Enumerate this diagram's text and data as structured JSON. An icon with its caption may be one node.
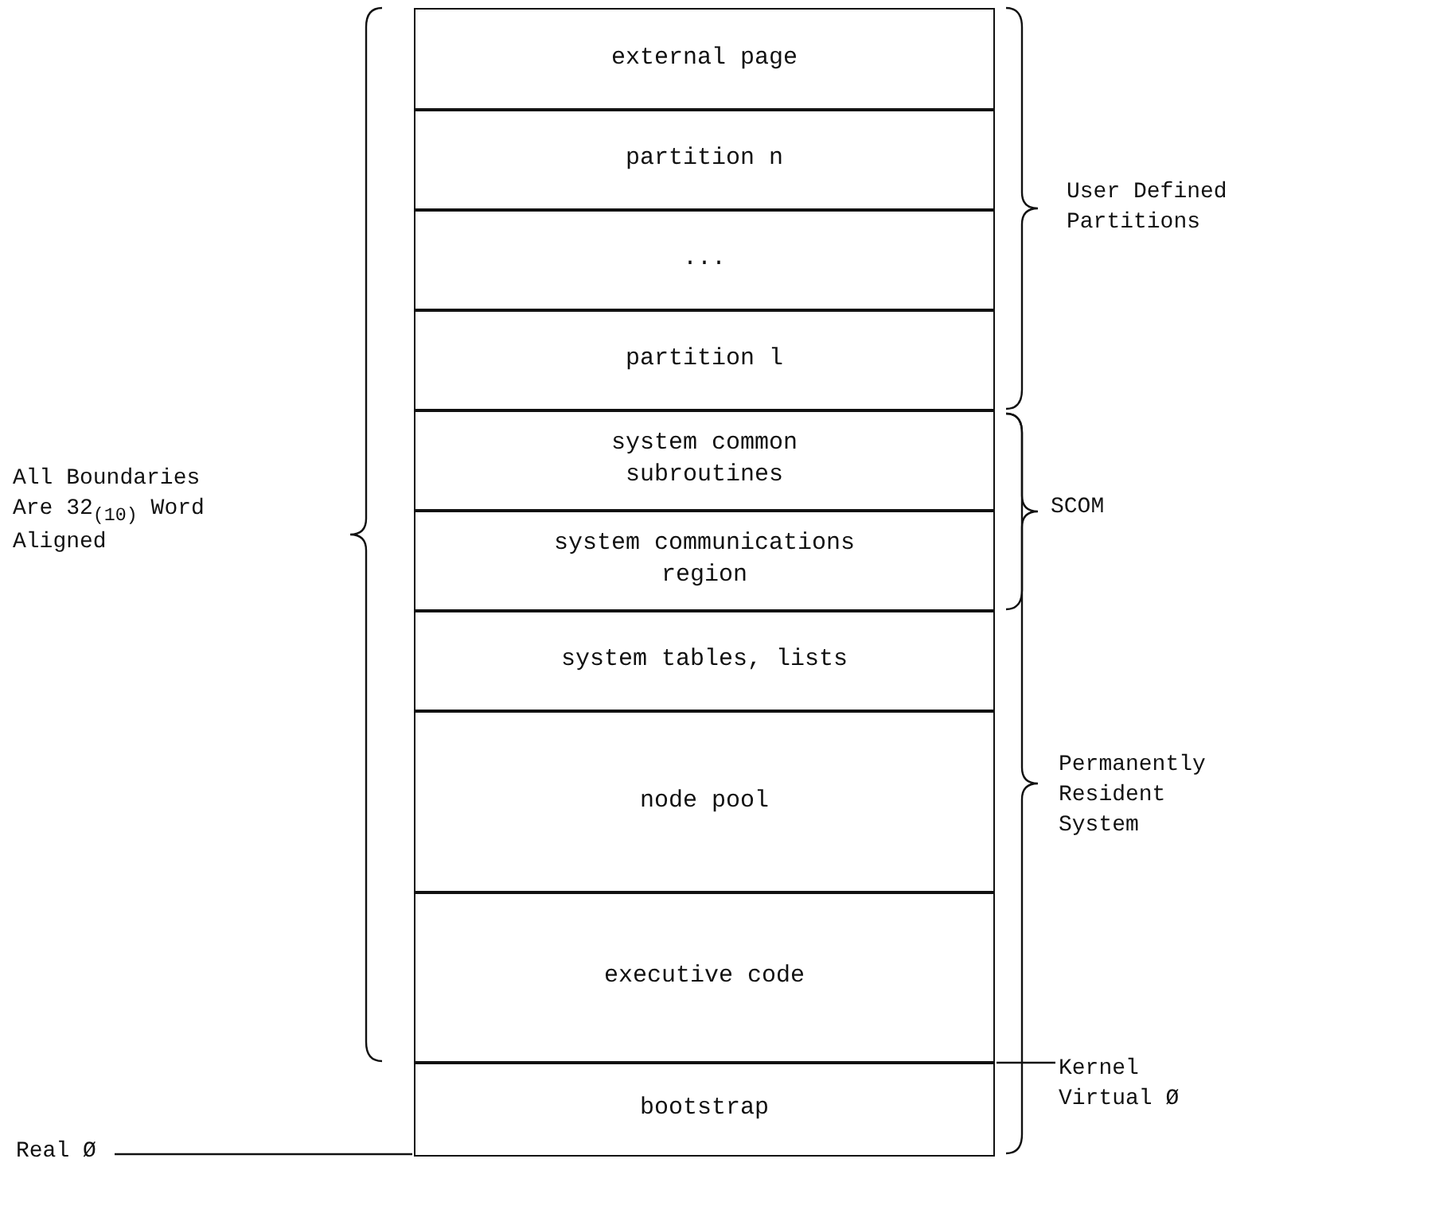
{
  "diagram": {
    "nodes": [
      {
        "text": [
          "external page"
        ]
      },
      {
        "text": [
          "partition n"
        ]
      },
      {
        "text": [
          "..."
        ]
      },
      {
        "text": [
          "partition l"
        ]
      },
      {
        "text": [
          "system common subroutines"
        ]
      },
      {
        "text": [
          "system communications region"
        ]
      },
      {
        "text": [
          "system tables, lists"
        ]
      },
      {
        "text": [
          "node pool"
        ]
      },
      {
        "text": [
          "executive code"
        ]
      },
      {
        "text": [
          "bootstrap"
        ]
      },
      {
        "text": [
          "Kernel Virtual Ø"
        ]
      },
      {
        "text": [
          "Real Ø"
        ]
      }
    ],
    "edges": [
      {
        "from": 10,
        "to": 9,
        "arrow": "none"
      },
      {
        "from": 11,
        "to": 9,
        "arrow": "none"
      }
    ],
    "labels": [
      "User Defined Partitions",
      "All Boundaries Are 32$_{(10)}$ Word Aligned",
      "SCOM",
      "Permanently Resident System"
    ]
  }
}
